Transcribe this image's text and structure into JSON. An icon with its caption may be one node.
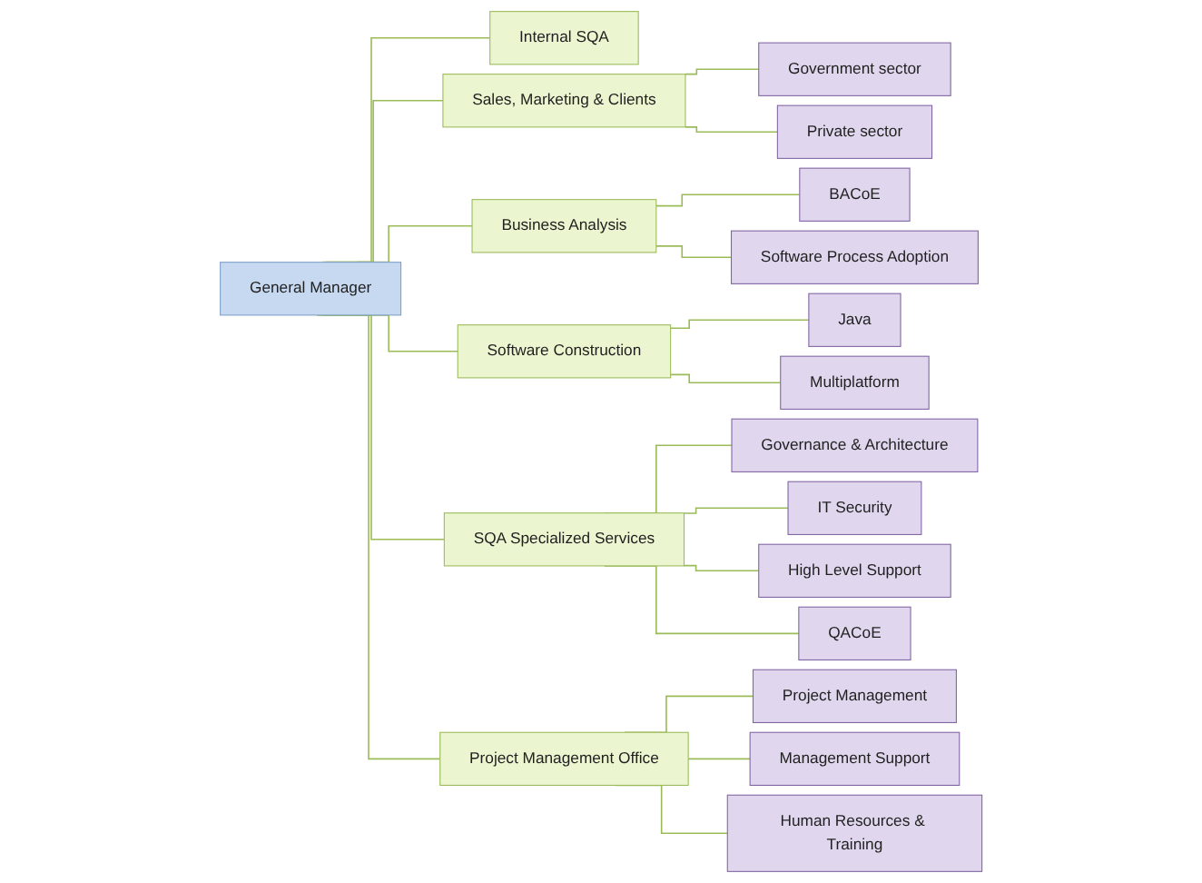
{
  "diagram": {
    "nodes": [
      {
        "text": [
          "General Manager"
        ]
      },
      {
        "text": [
          "Internal SQA"
        ]
      },
      {
        "text": [
          "Sales, Marketing & Clients"
        ]
      },
      {
        "text": [
          "Business Analysis"
        ]
      },
      {
        "text": [
          "Software Construction"
        ]
      },
      {
        "text": [
          "SQA Specialized Services"
        ]
      },
      {
        "text": [
          "Project Management Office"
        ]
      },
      {
        "text": [
          "Government sector"
        ]
      },
      {
        "text": [
          "Private sector"
        ]
      },
      {
        "text": [
          "BACoE"
        ]
      },
      {
        "text": [
          "Software Process Adoption"
        ]
      },
      {
        "text": [
          "Java"
        ]
      },
      {
        "text": [
          "Multiplatform"
        ]
      },
      {
        "text": [
          "Governance & Architecture"
        ]
      },
      {
        "text": [
          "IT Security"
        ]
      },
      {
        "text": [
          "High Level Support"
        ]
      },
      {
        "text": [
          "QACoE"
        ]
      },
      {
        "text": [
          "Project Management"
        ]
      },
      {
        "text": [
          "Management Support"
        ]
      },
      {
        "text": [
          "Human Resources & Training"
        ]
      }
    ],
    "edges": [
      {
        "from": 0,
        "to": 1,
        "arrow": "none"
      },
      {
        "from": 0,
        "to": 2,
        "arrow": "none"
      },
      {
        "from": 0,
        "to": 3,
        "arrow": "none"
      },
      {
        "from": 0,
        "to": 4,
        "arrow": "none"
      },
      {
        "from": 0,
        "to": 5,
        "arrow": "none"
      },
      {
        "from": 0,
        "to": 6,
        "arrow": "none"
      },
      {
        "from": 2,
        "to": 7,
        "arrow": "none"
      },
      {
        "from": 2,
        "to": 8,
        "arrow": "none"
      },
      {
        "from": 3,
        "to": 9,
        "arrow": "none"
      },
      {
        "from": 3,
        "to": 10,
        "arrow": "none"
      },
      {
        "from": 4,
        "to": 11,
        "arrow": "none"
      },
      {
        "from": 4,
        "to": 12,
        "arrow": "none"
      },
      {
        "from": 5,
        "to": 13,
        "arrow": "none"
      },
      {
        "from": 5,
        "to": 14,
        "arrow": "none"
      },
      {
        "from": 5,
        "to": 15,
        "arrow": "none"
      },
      {
        "from": 5,
        "to": 16,
        "arrow": "none"
      },
      {
        "from": 6,
        "to": 17,
        "arrow": "none"
      },
      {
        "from": 6,
        "to": 18,
        "arrow": "none"
      },
      {
        "from": 6,
        "to": 19,
        "arrow": "none"
      }
    ]
  }
}
